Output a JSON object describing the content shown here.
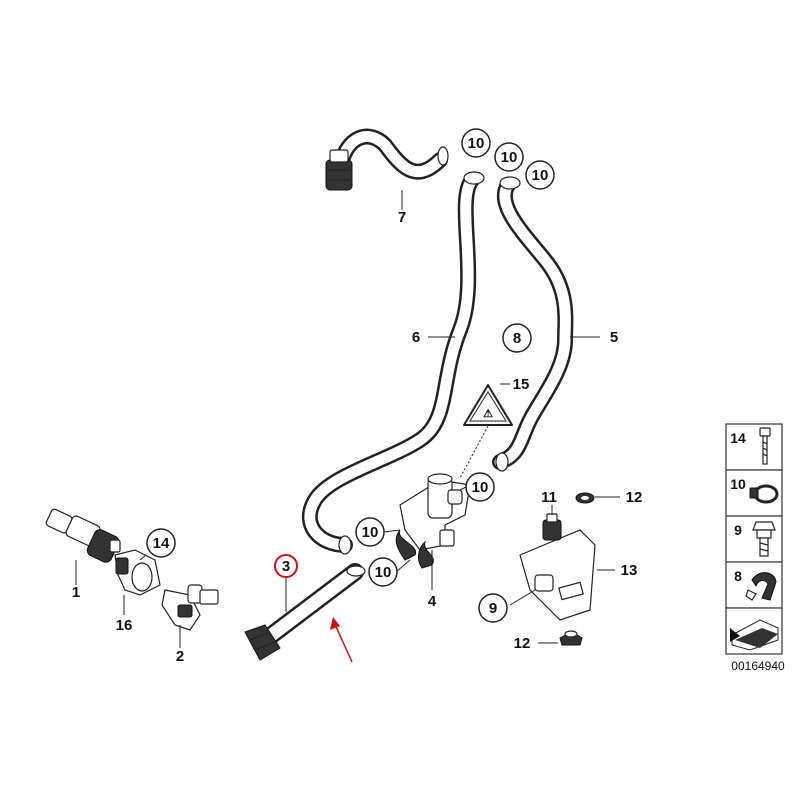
{
  "diagram": {
    "callouts": {
      "c1": "1",
      "c2": "2",
      "c3": "3",
      "c4": "4",
      "c5": "5",
      "c6": "6",
      "c7": "7",
      "c8": "8",
      "c9": "9",
      "c10a": "10",
      "c10b": "10",
      "c10c": "10",
      "c10d": "10",
      "c10e": "10",
      "c10f": "10",
      "c11": "11",
      "c12a": "12",
      "c12b": "12",
      "c13": "13",
      "c14": "14",
      "c15": "15",
      "c16": "16"
    },
    "highlight_color": "#cc1111",
    "legend": {
      "items": [
        "14",
        "10",
        "9",
        "8"
      ]
    },
    "doc_number": "00164940"
  }
}
